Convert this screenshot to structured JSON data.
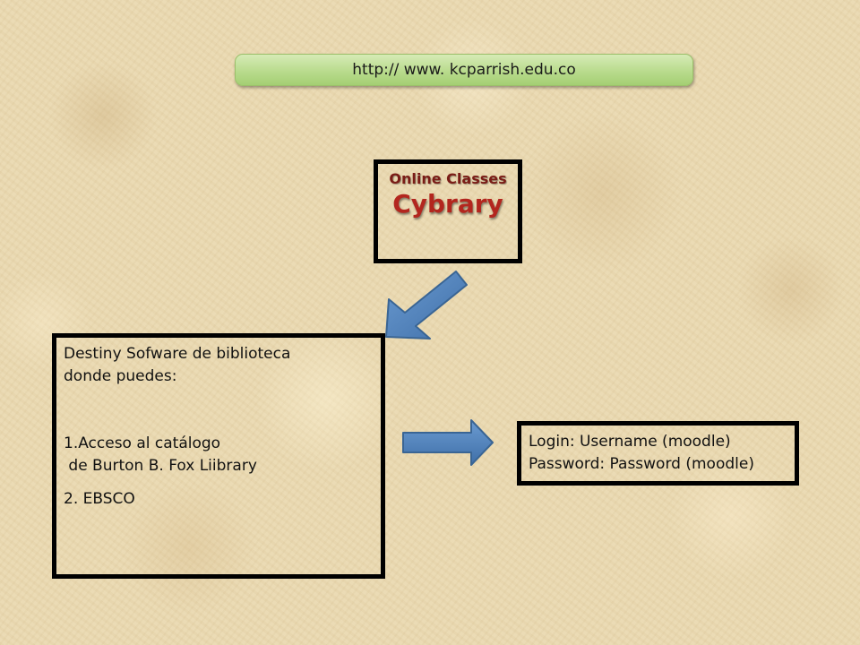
{
  "url_bar": {
    "text": "http:// www. kcparrish.edu.co"
  },
  "top_box": {
    "subtitle": "Online Classes",
    "title": "Cybrary"
  },
  "left_box": {
    "line1": "Destiny Sofware de biblioteca",
    "line2": "donde puedes:",
    "line3": "1.Acceso al catálogo",
    "line4": " de Burton B. Fox Liibrary",
    "line5": "2. EBSCO"
  },
  "right_box": {
    "line1": "Login: Username (moodle)",
    "line2": "Password: Password (moodle)"
  },
  "colors": {
    "background": "#e9d8b0",
    "url_bar": "#b9db8d",
    "arrow_fill": "#4f81bd",
    "arrow_stroke": "#3a6594",
    "title_red": "#b3261e",
    "border": "#000000"
  },
  "icons": {
    "diagonal_arrow": "arrow-down-left-icon",
    "right_arrow": "arrow-right-icon"
  }
}
